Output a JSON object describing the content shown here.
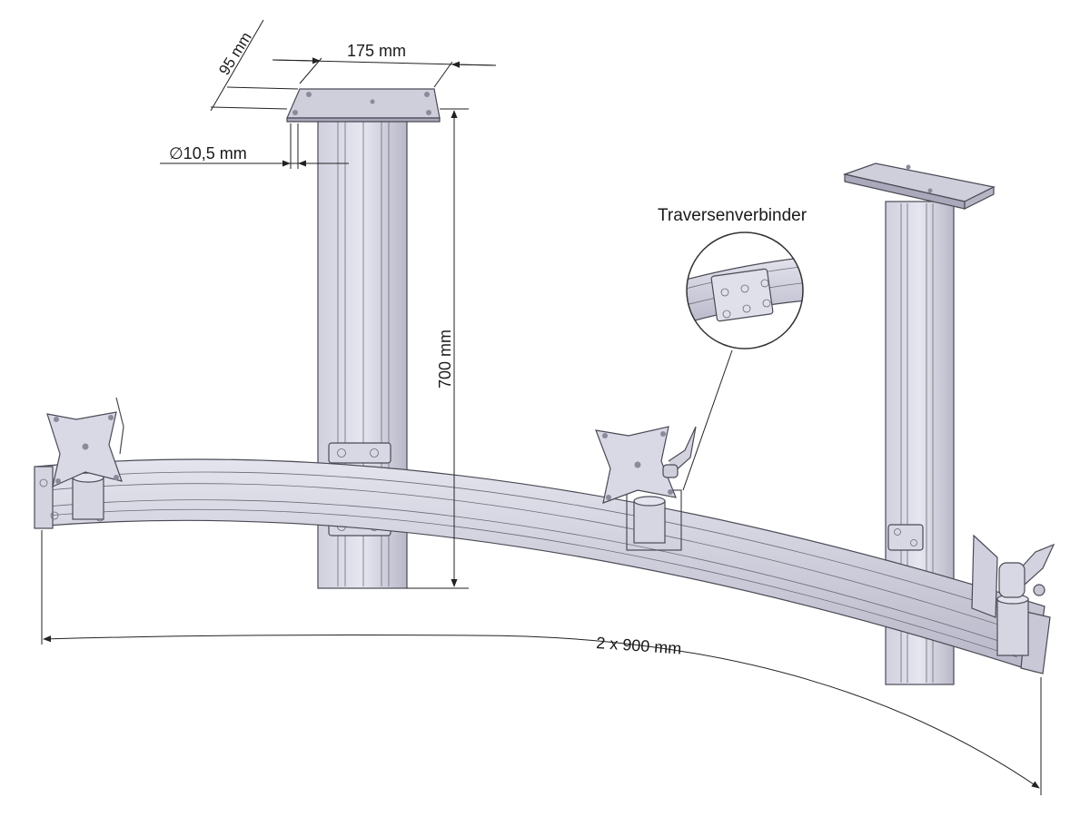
{
  "labels": {
    "plate_depth": "95 mm",
    "plate_width": "175 mm",
    "hole_diameter": "∅10,5 mm",
    "column_height": "700 mm",
    "beam_length": "2 x 900 mm",
    "connector": "Traversenverbinder"
  },
  "colors": {
    "metal_light": "#dcdce8",
    "metal_mid": "#c4c4d2",
    "metal_dark": "#a9a9bb",
    "outline": "#4a4a55",
    "dimension_line": "#222222"
  }
}
